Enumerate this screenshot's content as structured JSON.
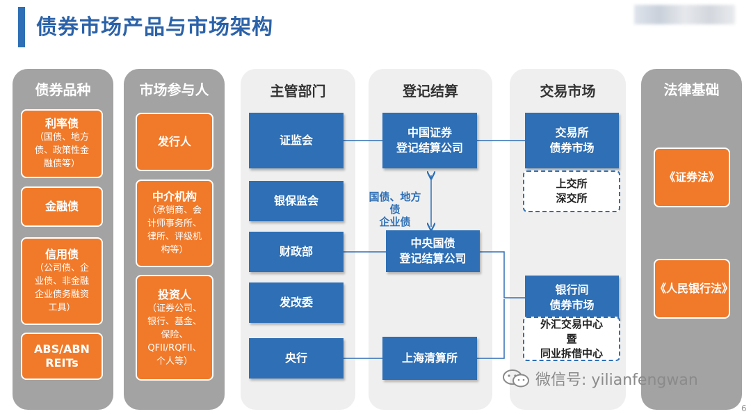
{
  "title": "债券市场产品与市场架构",
  "columns": {
    "products": {
      "header": "债券品种"
    },
    "participants": {
      "header": "市场参与人"
    },
    "regulators": {
      "header": "主管部门"
    },
    "clearing": {
      "header": "登记结算"
    },
    "markets": {
      "header": "交易市场"
    },
    "law": {
      "header": "法律基础"
    }
  },
  "products": [
    {
      "title": "利率债",
      "sub": [
        "（国债、地方",
        "债、政策性金",
        "融债等）"
      ]
    },
    {
      "title": "金融债",
      "sub": []
    },
    {
      "title": "信用债",
      "sub": [
        "（公司债、企",
        "业债、非金融",
        "企业债务融资",
        "工具）"
      ]
    },
    {
      "title": "ABS/ABN",
      "sub": [
        "REITs"
      ]
    }
  ],
  "participants": [
    {
      "title": "发行人",
      "sub": []
    },
    {
      "title": "中介机构",
      "sub": [
        "（承销商、会",
        "计师事务所、",
        "律所、评级机",
        "构等）"
      ]
    },
    {
      "title": "投资人",
      "sub": [
        "（证券公司、",
        "银行、基金、",
        "保险、",
        "QFII/RQFII、",
        "个人等）"
      ]
    }
  ],
  "regulators": [
    "证监会",
    "银保监会",
    "财政部",
    "发改委",
    "央行"
  ],
  "clearing": {
    "csdc": [
      "中国证券",
      "登记结算公司"
    ],
    "ccdc": [
      "中央国债",
      "登记结算公司"
    ],
    "shch": [
      "上海清算所"
    ],
    "transfer_note": [
      "国债、地方",
      "债",
      "企业债"
    ]
  },
  "markets": {
    "exchange": [
      "交易所",
      "债券市场"
    ],
    "exchange_sub": [
      "上交所",
      "深交所"
    ],
    "interbank": [
      "银行间",
      "债券市场"
    ],
    "interbank_sub": [
      "外汇交易中心",
      "暨",
      "同业拆借中心"
    ]
  },
  "laws": [
    "《证券法》",
    "《人民银行法》"
  ],
  "watermark": "微信号: yilianfengwan",
  "page_number": "6",
  "colors": {
    "blue": "#2e6fb5",
    "orange": "#f07a2a",
    "gray_col": "#a3a3a3",
    "light_col": "#efefef"
  }
}
